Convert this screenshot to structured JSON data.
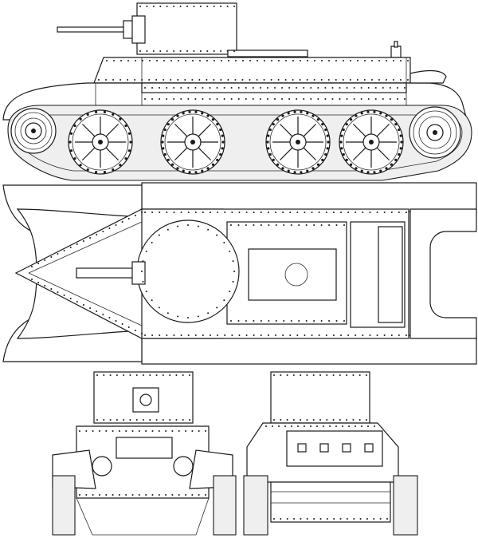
{
  "colors": {
    "line": "#1a1a1a",
    "paper": "#ffffff",
    "shade": "#efefef",
    "dark": "#3a3a3a"
  },
  "views": [
    "side-view",
    "top-view",
    "front-view",
    "rear-view"
  ]
}
